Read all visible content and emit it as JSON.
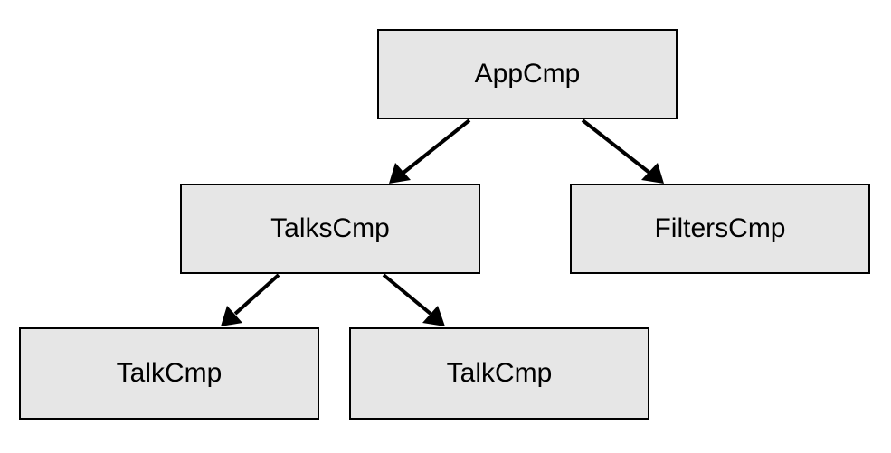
{
  "diagram": {
    "type": "component-tree",
    "colors": {
      "node_fill": "#e6e6e6",
      "node_border": "#000000",
      "edge": "#000000",
      "text": "#000000",
      "background": "#ffffff"
    },
    "nodes": {
      "app": {
        "label": "AppCmp"
      },
      "talks": {
        "label": "TalksCmp"
      },
      "filters": {
        "label": "FiltersCmp"
      },
      "talk1": {
        "label": "TalkCmp"
      },
      "talk2": {
        "label": "TalkCmp"
      }
    },
    "edges": [
      {
        "from": "app",
        "to": "talks"
      },
      {
        "from": "app",
        "to": "filters"
      },
      {
        "from": "talks",
        "to": "talk1"
      },
      {
        "from": "talks",
        "to": "talk2"
      }
    ]
  }
}
